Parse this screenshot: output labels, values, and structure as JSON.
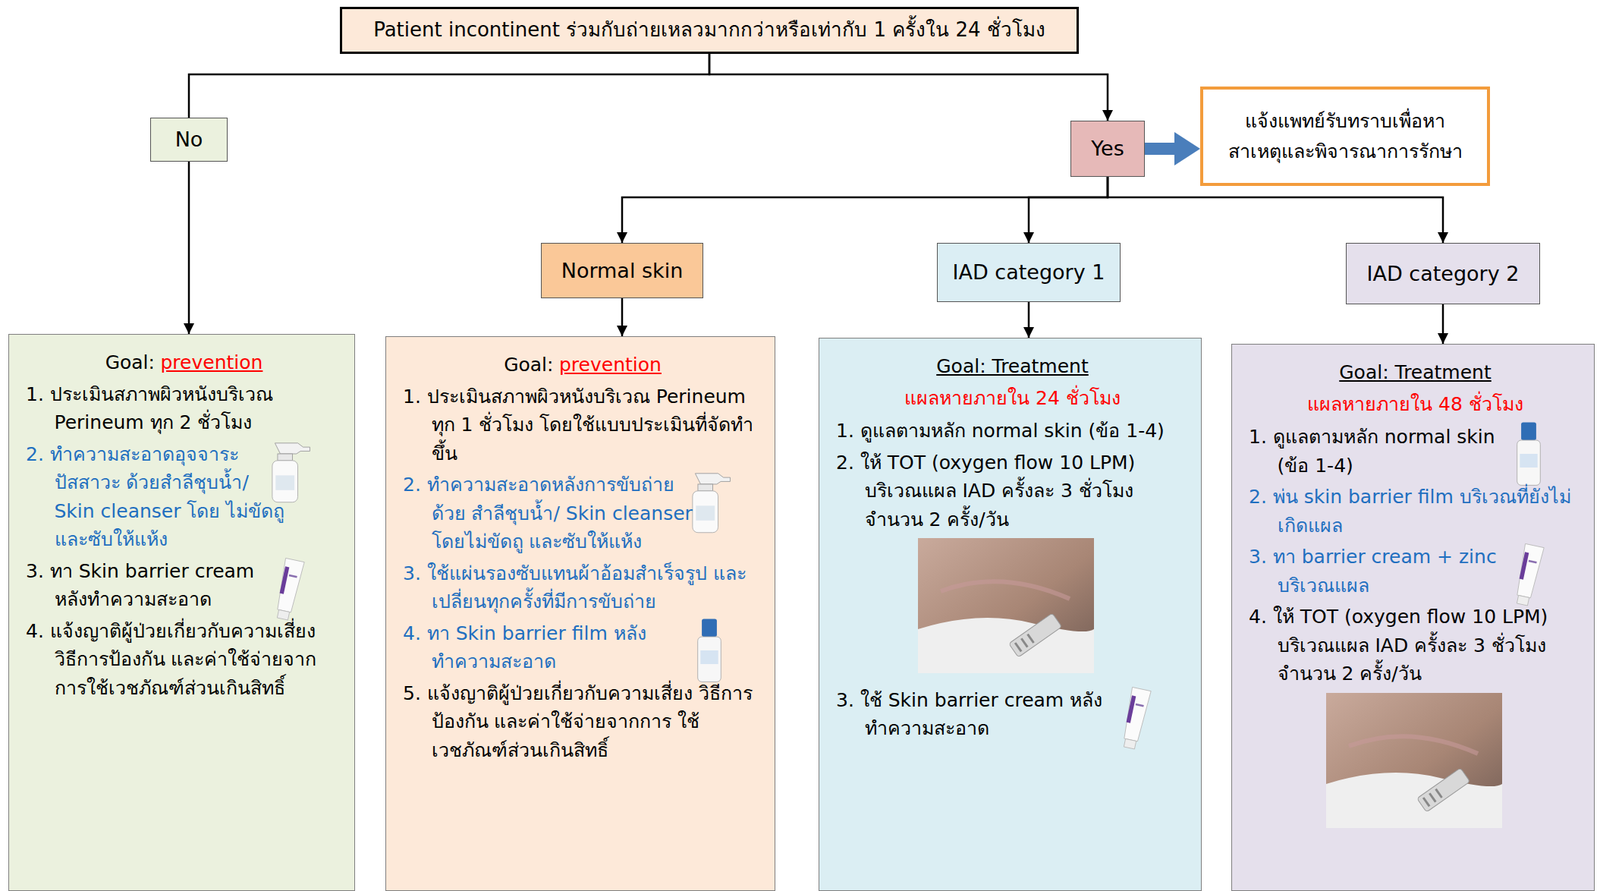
{
  "diagram": {
    "nodes": [
      {
        "text": [
          "Patient incontinent ร่วมกับถ่ายเหลวมากกว่าหรือเท่ากับ 1 ครั้งใน 24 ชั่วโมง"
        ]
      },
      {
        "text": [
          "No"
        ]
      },
      {
        "text": [
          "Yes"
        ]
      },
      {
        "text": [
          "แจ้งแพทย์รับทราบเพื่อหา สาเหตุและพิจารณาการรักษา"
        ]
      },
      {
        "text": [
          "Normal skin"
        ]
      },
      {
        "text": [
          "IAD category 1"
        ]
      },
      {
        "text": [
          "IAD category 2"
        ]
      },
      {
        "text": [
          "Goal:",
          "prevention",
          "1. ประเมินสภาพผิวหนังบริเวณ Perineum ทุก 2 ชั่วโมง",
          "2. ทำความสะอาดอุจจาระ ปัสสาวะ ด้วยสำลีชุบน้ำ/ Skin cleanser โดย ไม่ขัดถู และซับให้แห้ง",
          "3. ทา Skin barrier cream หลังทำความสะอาด",
          "4. แจ้งญาติผู้ป่วยเกี่ยวกับความเสี่ยง วิธีการป้องกัน และค่าใช้จ่ายจากการใช้เวชภัณฑ์ส่วนเกินสิทธิ์"
        ]
      },
      {
        "text": [
          "Goal:",
          "prevention",
          "1. ประเมินสภาพผิวหนังบริเวณ Perineum ทุก 1 ชั่วโมง โดยใช้แบบประเมินที่จัดทำขึ้น",
          "2. ทำความสะอาดหลังการขับถ่ายด้วย สำลีชุบน้ำ/ Skin cleanser โดยไม่ขัดถู และซับให้แห้ง",
          "3. ใช้แผ่นรองซับแทนผ้าอ้อมสำเร็จรูป และ เปลี่ยนทุกครั้งที่มีการขับถ่าย",
          "4. ทา Skin barrier film หลังทำความสะอาด",
          "5. แจ้งญาติผู้ป่วยเกี่ยวกับความเสี่ยง วิธีการป้องกัน และค่าใช้จ่ายจากการ ใช้เวชภัณฑ์ส่วนเกินสิทธิ์"
        ]
      },
      {
        "text": [
          "Goal: Treatment",
          "แผลหายภายใน 24 ชั่วโมง",
          "1. ดูแลตามหลัก normal skin (ข้อ 1-4)",
          "2. ให้ TOT (oxygen flow 10 LPM) บริเวณแผล IAD ครั้งละ 3 ชั่วโมง จำนวน 2 ครั้ง/วัน",
          "3. ใช้ Skin barrier cream หลังทำความสะอาด"
        ]
      },
      {
        "text": [
          "Goal: Treatment",
          "แผลหายภายใน 48 ชั่วโมง",
          "1. ดูแลตามหลัก normal skin (ข้อ 1-4)",
          "2. พ่น skin barrier film บริเวณที่ยังไม่เกิดแผล",
          "3. ทา barrier cream + zinc บริเวณแผล",
          "4. ให้ TOT (oxygen flow 10 LPM) บริเวณแผล IAD ครั้งละ 3 ชั่วโมง จำนวน 2 ครั้ง/วัน"
        ]
      }
    ],
    "edges": [
      {
        "from": 0,
        "to": 1,
        "arrow": "none"
      },
      {
        "from": 0,
        "to": 2,
        "arrow": "to"
      },
      {
        "from": 2,
        "to": 3,
        "arrow": "to"
      },
      {
        "from": 2,
        "to": 4,
        "arrow": "to"
      },
      {
        "from": 2,
        "to": 5,
        "arrow": "to"
      },
      {
        "from": 2,
        "to": 6,
        "arrow": "to"
      },
      {
        "from": 1,
        "to": 7,
        "arrow": "to"
      },
      {
        "from": 4,
        "to": 8,
        "arrow": "to"
      },
      {
        "from": 5,
        "to": 9,
        "arrow": "to"
      },
      {
        "from": 6,
        "to": 10,
        "arrow": "to"
      }
    ]
  }
}
